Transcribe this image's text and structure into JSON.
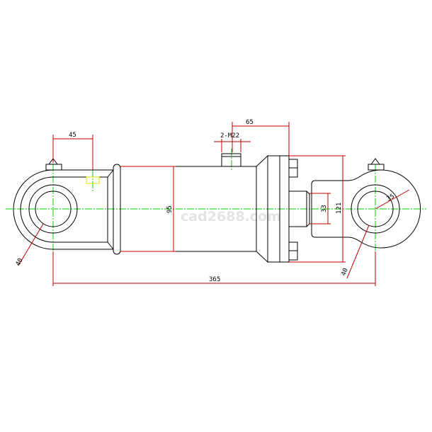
{
  "drawing": {
    "title": "Hydraulic cylinder",
    "watermark": "cad2688.com",
    "dimensions": {
      "pin_offset": "45",
      "port_to_flange": "65",
      "port_thread": "2-M22",
      "bore_diameter": "95",
      "rod_diameter": "33",
      "flange_height": "121",
      "overall_length": "365",
      "left_eye_radius": "40",
      "right_eye_radius": "40",
      "right_eye_inner_radius": "35"
    },
    "colors": {
      "outline": "#000000",
      "dimension": "#c00000",
      "centerline": "#00cc00"
    }
  }
}
